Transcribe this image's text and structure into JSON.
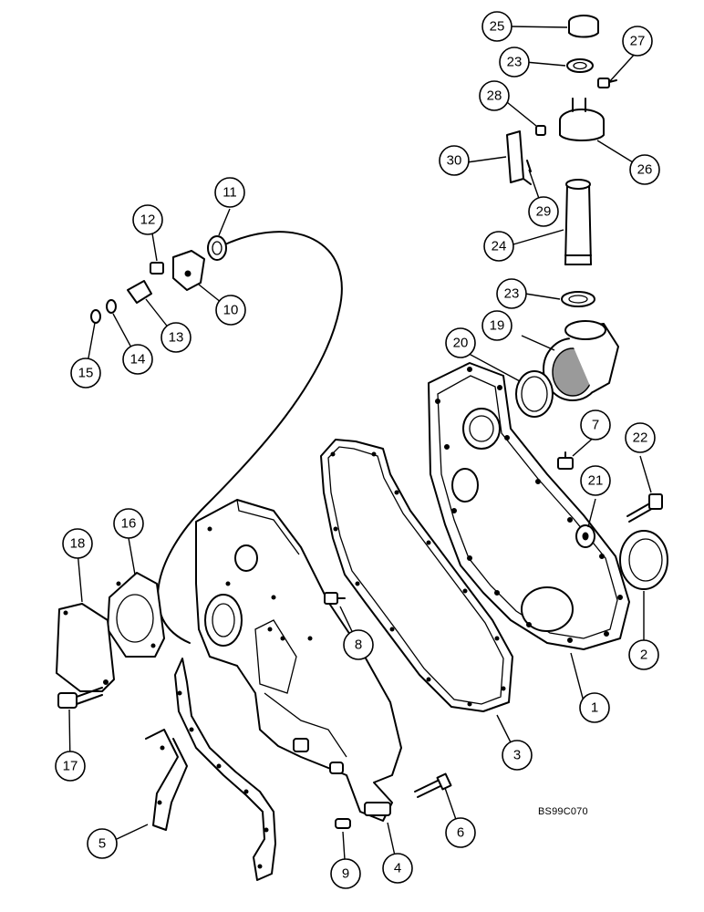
{
  "drawing_code": "BS99C070",
  "callouts": [
    {
      "id": "callout-1",
      "label": "1"
    },
    {
      "id": "callout-2",
      "label": "2"
    },
    {
      "id": "callout-3",
      "label": "3"
    },
    {
      "id": "callout-4",
      "label": "4"
    },
    {
      "id": "callout-5",
      "label": "5"
    },
    {
      "id": "callout-6",
      "label": "6"
    },
    {
      "id": "callout-7",
      "label": "7"
    },
    {
      "id": "callout-8",
      "label": "8"
    },
    {
      "id": "callout-9",
      "label": "9"
    },
    {
      "id": "callout-10",
      "label": "10"
    },
    {
      "id": "callout-11",
      "label": "11"
    },
    {
      "id": "callout-12",
      "label": "12"
    },
    {
      "id": "callout-13",
      "label": "13"
    },
    {
      "id": "callout-14",
      "label": "14"
    },
    {
      "id": "callout-15",
      "label": "15"
    },
    {
      "id": "callout-16",
      "label": "16"
    },
    {
      "id": "callout-17",
      "label": "17"
    },
    {
      "id": "callout-18",
      "label": "18"
    },
    {
      "id": "callout-19",
      "label": "19"
    },
    {
      "id": "callout-20",
      "label": "20"
    },
    {
      "id": "callout-21",
      "label": "21"
    },
    {
      "id": "callout-22",
      "label": "22"
    },
    {
      "id": "callout-23a",
      "label": "23"
    },
    {
      "id": "callout-23b",
      "label": "23"
    },
    {
      "id": "callout-24",
      "label": "24"
    },
    {
      "id": "callout-25",
      "label": "25"
    },
    {
      "id": "callout-26",
      "label": "26"
    },
    {
      "id": "callout-27",
      "label": "27"
    },
    {
      "id": "callout-28",
      "label": "28"
    },
    {
      "id": "callout-29",
      "label": "29"
    },
    {
      "id": "callout-30",
      "label": "30"
    }
  ]
}
